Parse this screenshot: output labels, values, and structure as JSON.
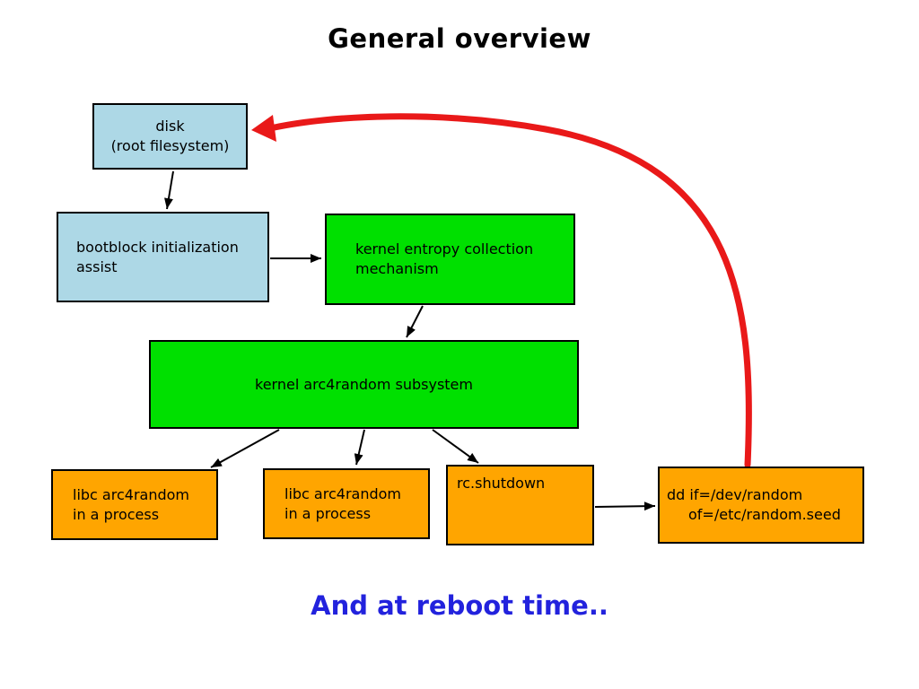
{
  "title": "General overview",
  "caption": "And at reboot time..",
  "boxes": {
    "disk": {
      "line1": "disk",
      "line2": "(root filesystem)"
    },
    "bootblock": {
      "line1": "bootblock initialization",
      "line2": "assist"
    },
    "entropy": {
      "line1": "kernel entropy collection",
      "line2": "mechanism"
    },
    "subsystem": {
      "label": "kernel arc4random subsystem"
    },
    "libc1": {
      "line1": "libc arc4random",
      "line2": "in a process"
    },
    "libc2": {
      "line1": "libc arc4random",
      "line2": "in a process"
    },
    "rcshutdown": {
      "label": "rc.shutdown"
    },
    "dd": {
      "line1": "dd if=/dev/random",
      "line2": "of=/etc/random.seed"
    }
  },
  "edges": [
    {
      "from": "disk",
      "to": "bootblock-initialization-assist",
      "style": "black"
    },
    {
      "from": "bootblock-initialization-assist",
      "to": "kernel-entropy-collection-mechanism",
      "style": "black"
    },
    {
      "from": "kernel-entropy-collection-mechanism",
      "to": "kernel-arc4random-subsystem",
      "style": "black"
    },
    {
      "from": "kernel-arc4random-subsystem",
      "to": "libc-arc4random-process-1",
      "style": "black"
    },
    {
      "from": "kernel-arc4random-subsystem",
      "to": "libc-arc4random-process-2",
      "style": "black"
    },
    {
      "from": "kernel-arc4random-subsystem",
      "to": "rc-shutdown",
      "style": "black"
    },
    {
      "from": "rc-shutdown",
      "to": "dd-random-seed",
      "style": "black"
    },
    {
      "from": "dd-random-seed",
      "to": "disk",
      "style": "red-curve"
    }
  ],
  "colors": {
    "box_blue": "#add8e6",
    "box_green": "#00e000",
    "box_orange": "#ffa500",
    "arrow_red": "#e91919",
    "caption_blue": "#2222dd",
    "border": "#000000"
  }
}
